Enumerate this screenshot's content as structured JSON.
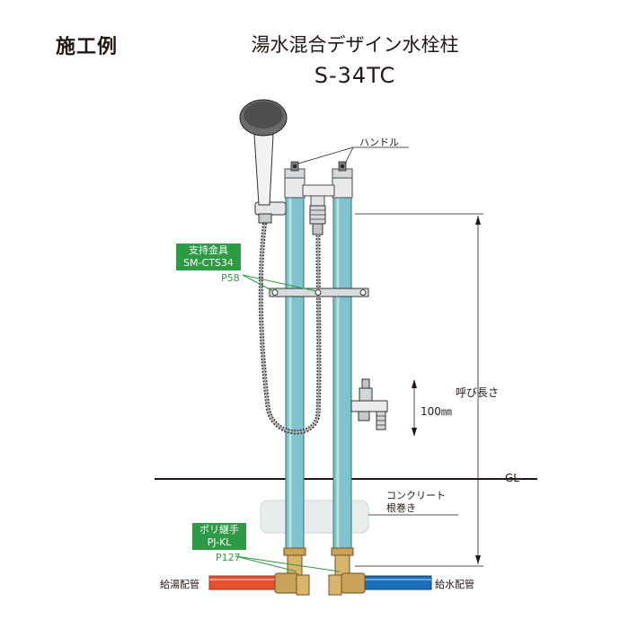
{
  "header": {
    "heading": "施工例",
    "title": "湯水混合デザイン水栓柱",
    "model": "S-34TC"
  },
  "labels": {
    "handle": "ハンドル",
    "nominal_length": "呼び長さ",
    "dimension": "100㎜",
    "gl": "GL",
    "concrete_line1": "コンクリート",
    "concrete_line2": "根巻き",
    "hot_pipe": "給湯配管",
    "cold_pipe": "給水配管"
  },
  "parts": {
    "bracket": {
      "line1": "支持金具",
      "line2": "SM-CTS34",
      "page": "P58"
    },
    "joint": {
      "line1": "ポリ継手",
      "line2": "PJ-KL",
      "page": "P127"
    }
  },
  "colors": {
    "post": "#7fc4cc",
    "hot_pipe": "#e5502e",
    "cold_pipe": "#1c6fb8",
    "brass": "#c9a35a",
    "tag": "#2e9a45"
  }
}
